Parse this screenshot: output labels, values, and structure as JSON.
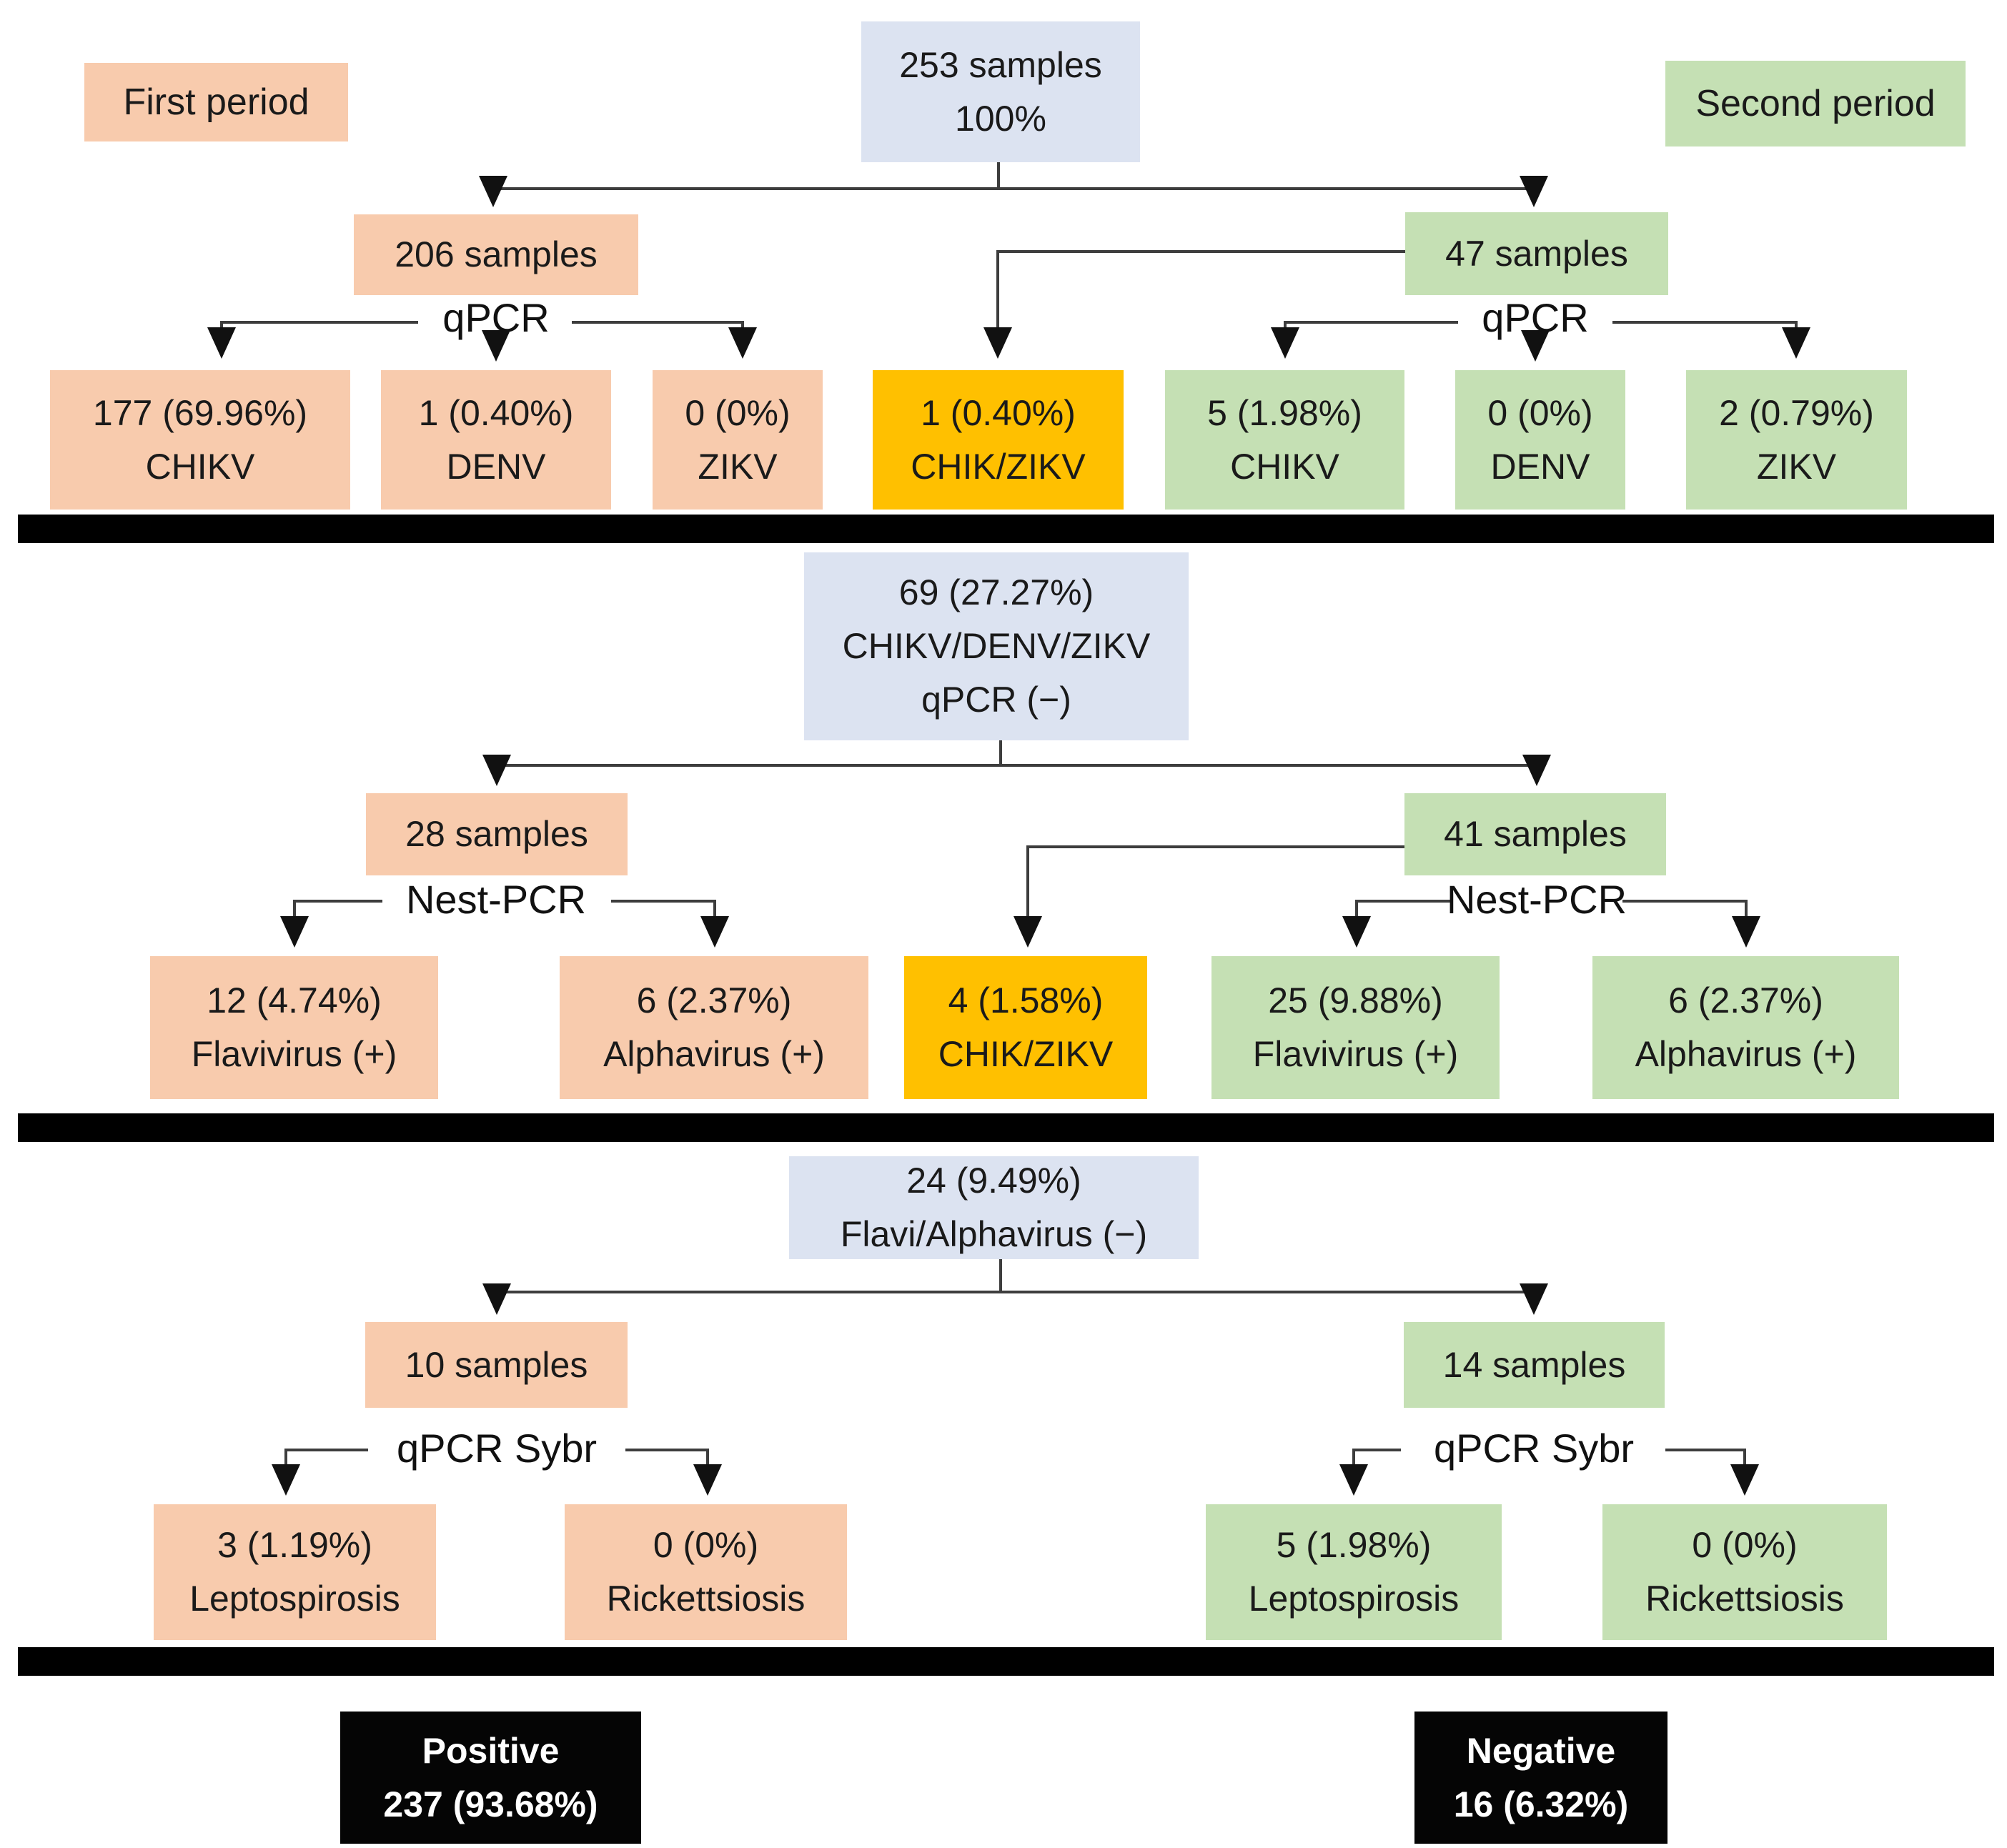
{
  "legend": {
    "first_period": "First period",
    "second_period": "Second period"
  },
  "colors": {
    "first_period_fill": "#F8CBAD",
    "second_period_fill": "#C5E0B4",
    "root_fill": "#DCE3F1",
    "mixed_fill": "#FFC000",
    "summary_fill": "#000000",
    "summary_text": "#FFFFFF",
    "connector": "#3d3d3d"
  },
  "stage1": {
    "root": {
      "line1": "253 samples",
      "line2": "100%"
    },
    "first": {
      "samples": "206 samples",
      "method": "qPCR",
      "results": [
        {
          "value": "177 (69.96%)",
          "label": "CHIKV"
        },
        {
          "value": "1 (0.40%)",
          "label": "DENV"
        },
        {
          "value": "0 (0%)",
          "label": "ZIKV"
        }
      ]
    },
    "mixed": {
      "value": "1 (0.40%)",
      "label": "CHIK/ZIKV"
    },
    "second": {
      "samples": "47 samples",
      "method": "qPCR",
      "results": [
        {
          "value": "5 (1.98%)",
          "label": "CHIKV"
        },
        {
          "value": "0 (0%)",
          "label": "DENV"
        },
        {
          "value": "2 (0.79%)",
          "label": "ZIKV"
        }
      ]
    }
  },
  "stage2": {
    "root": {
      "line1": "69 (27.27%)",
      "line2": "CHIKV/DENV/ZIKV",
      "line3": "qPCR (−)"
    },
    "first": {
      "samples": "28 samples",
      "method": "Nest-PCR",
      "results": [
        {
          "value": "12 (4.74%)",
          "label": "Flavivirus (+)"
        },
        {
          "value": "6 (2.37%)",
          "label": "Alphavirus (+)"
        }
      ]
    },
    "mixed": {
      "value": "4 (1.58%)",
      "label": "CHIK/ZIKV"
    },
    "second": {
      "samples": "41 samples",
      "method": "Nest-PCR",
      "results": [
        {
          "value": "25 (9.88%)",
          "label": "Flavivirus (+)"
        },
        {
          "value": "6 (2.37%)",
          "label": "Alphavirus (+)"
        }
      ]
    }
  },
  "stage3": {
    "root": {
      "line1": "24 (9.49%)",
      "line2": "Flavi/Alphavirus (−)"
    },
    "first": {
      "samples": "10 samples",
      "method": "qPCR Sybr",
      "results": [
        {
          "value": "3 (1.19%)",
          "label": "Leptospirosis"
        },
        {
          "value": "0 (0%)",
          "label": "Rickettsiosis"
        }
      ]
    },
    "second": {
      "samples": "14 samples",
      "method": "qPCR Sybr",
      "results": [
        {
          "value": "5 (1.98%)",
          "label": "Leptospirosis"
        },
        {
          "value": "0 (0%)",
          "label": "Rickettsiosis"
        }
      ]
    }
  },
  "summary": {
    "positive": {
      "label": "Positive",
      "value": "237 (93.68%)"
    },
    "negative": {
      "label": "Negative",
      "value": "16 (6.32%)"
    }
  }
}
